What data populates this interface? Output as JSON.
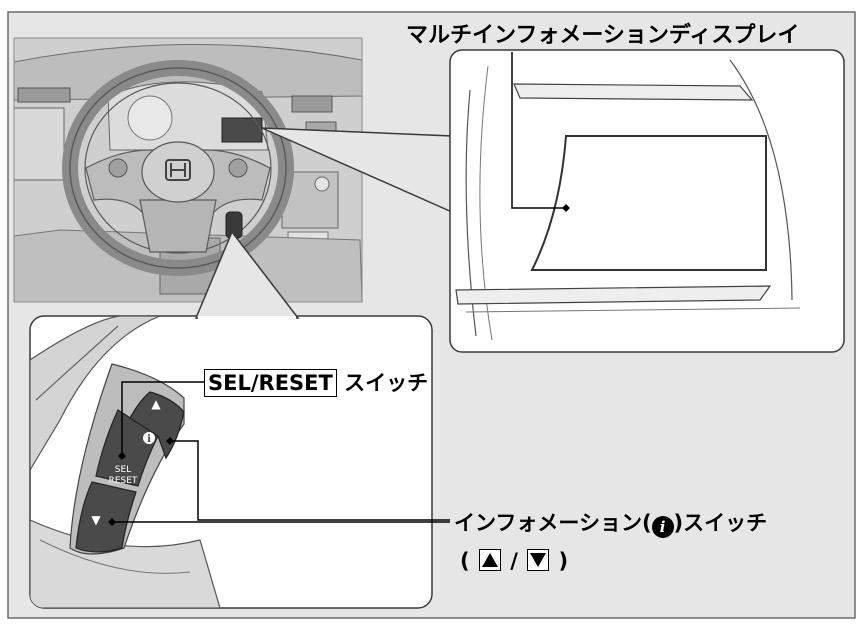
{
  "labels": {
    "display": "マルチインフォメーションディスプレイ",
    "sel_reset_key": "SEL/RESET",
    "sel_reset_suffix": "スイッチ",
    "info_switch_prefix": "インフォメーション(",
    "info_switch_suffix": ")スイッチ",
    "arrows_open": "(",
    "arrows_sep": "/",
    "arrows_close": ")"
  },
  "button_text": {
    "sel": "SEL",
    "reset": "RESET",
    "info_glyph": "i",
    "up_glyph": "▲",
    "down_glyph": "▼"
  },
  "icons": [
    "info-icon",
    "up-triangle-icon",
    "down-triangle-icon",
    "honda-logo"
  ],
  "colors": {
    "background": "#ffffff",
    "panel_fill": "#e6e6e6",
    "dashboard_gray": "#c9c9c9",
    "dark_button": "#4a4a4a",
    "outline": "#3a3a3a",
    "leader_line": "#000000"
  }
}
